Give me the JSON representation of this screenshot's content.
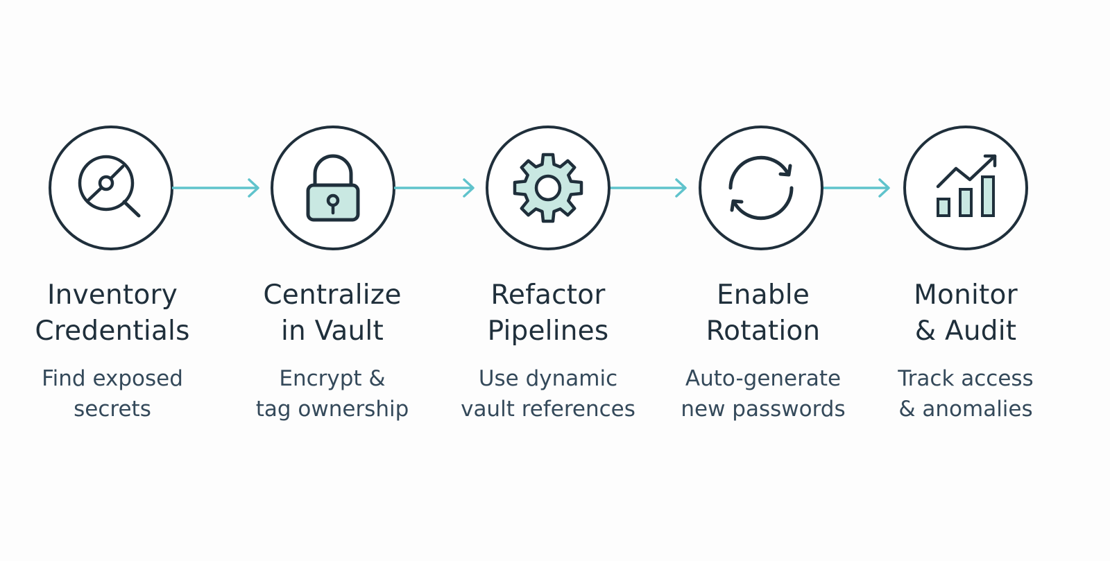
{
  "colors": {
    "outline": "#1f2f3b",
    "accent": "#5fc3cc",
    "fill": "#c9e8e2",
    "text": "#1f2f3b",
    "subtext": "#34495a"
  },
  "steps": [
    {
      "icon": "search-icon",
      "title": [
        "Inventory",
        "Credentials"
      ],
      "description": [
        "Find exposed",
        "secrets"
      ]
    },
    {
      "icon": "lock-icon",
      "title": [
        "Centralize",
        "in Vault"
      ],
      "description": [
        "Encrypt &",
        "tag ownership"
      ]
    },
    {
      "icon": "gear-icon",
      "title": [
        "Refactor",
        "Pipelines"
      ],
      "description": [
        "Use dynamic",
        "vault references"
      ]
    },
    {
      "icon": "rotate-icon",
      "title": [
        "Enable",
        "Rotation"
      ],
      "description": [
        "Auto-generate",
        "new passwords"
      ]
    },
    {
      "icon": "chart-icon",
      "title": [
        "Monitor",
        "& Audit"
      ],
      "description": [
        "Track access",
        "& anomalies"
      ]
    }
  ]
}
